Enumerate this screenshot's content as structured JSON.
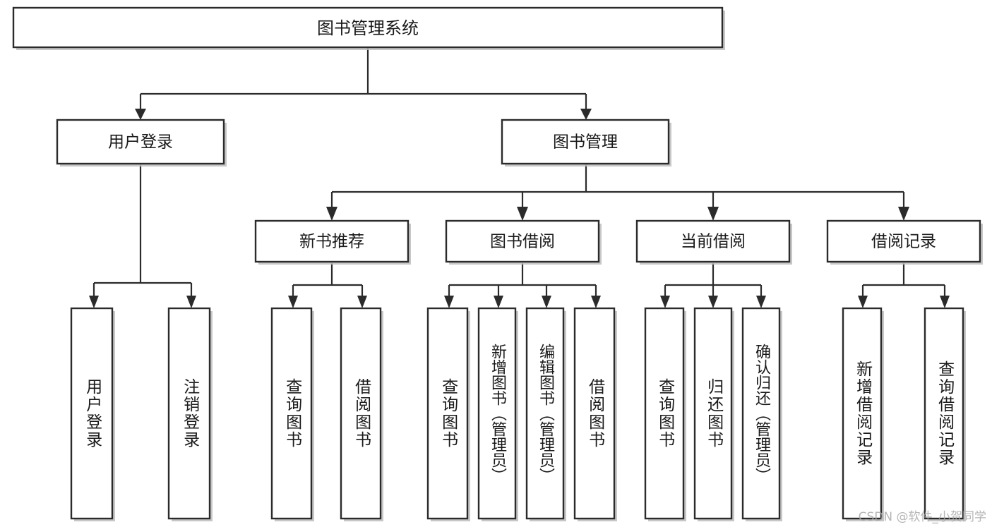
{
  "diagram": {
    "title": "图书管理系统",
    "type": "功能结构图",
    "colors": {
      "box_stroke": "#2b2b2b",
      "box_fill": "#ffffff",
      "connector": "#2b2b2b",
      "shadow": "#bdbdbd",
      "text": "#1a1a1a",
      "watermark": "#a9a9a9",
      "background": "#ffffff"
    },
    "root": {
      "label": "图书管理系统",
      "orientation": "horizontal"
    },
    "level2": [
      {
        "label": "用户登录",
        "orientation": "horizontal"
      },
      {
        "label": "图书管理",
        "orientation": "horizontal"
      }
    ],
    "level3": [
      {
        "label": "新书推荐",
        "orientation": "horizontal"
      },
      {
        "label": "图书借阅",
        "orientation": "horizontal"
      },
      {
        "label": "当前借阅",
        "orientation": "horizontal"
      },
      {
        "label": "借阅记录",
        "orientation": "horizontal"
      }
    ],
    "leaves": {
      "user_login": [
        {
          "label": "用户登录",
          "orientation": "vertical"
        },
        {
          "label": "注销登录",
          "orientation": "vertical"
        }
      ],
      "new_book_recommend": [
        {
          "label": "查询图书",
          "orientation": "vertical"
        },
        {
          "label": "借阅图书",
          "orientation": "vertical"
        }
      ],
      "book_borrow": [
        {
          "label": "查询图书",
          "orientation": "vertical"
        },
        {
          "label": "新增图书（管理员）",
          "orientation": "vertical"
        },
        {
          "label": "编辑图书（管理员）",
          "orientation": "vertical"
        },
        {
          "label": "借阅图书",
          "orientation": "vertical"
        }
      ],
      "current_borrow": [
        {
          "label": "查询图书",
          "orientation": "vertical"
        },
        {
          "label": "归还图书",
          "orientation": "vertical"
        },
        {
          "label": "确认归还（管理员）",
          "orientation": "vertical"
        }
      ],
      "borrow_record": [
        {
          "label": "新增借阅记录",
          "orientation": "vertical"
        },
        {
          "label": "查询借阅记录",
          "orientation": "vertical"
        }
      ]
    },
    "watermark": "CSDN @软件_小贺同学"
  }
}
